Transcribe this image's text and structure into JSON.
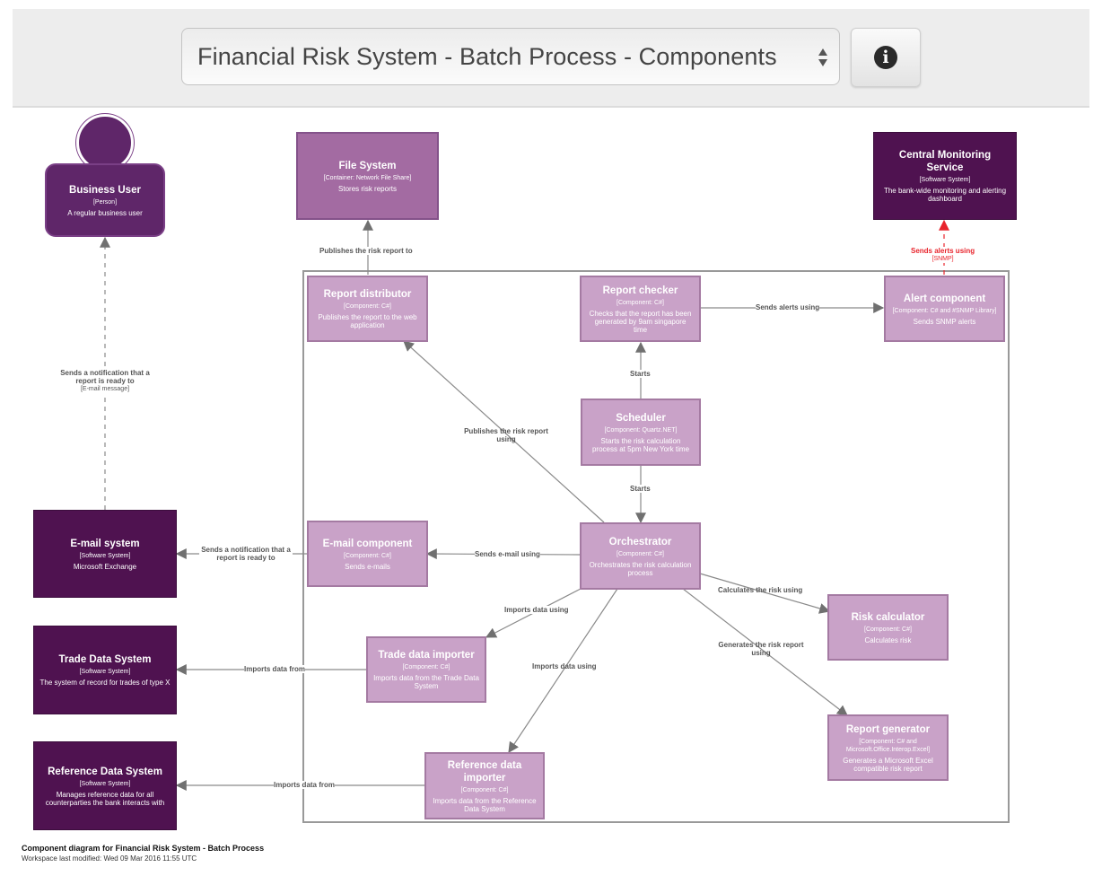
{
  "header": {
    "selected_view": "Financial Risk System - Batch Process - Components",
    "info_button_icon": "info-icon"
  },
  "colors": {
    "component": "#c9a2c8",
    "container": "#a36ba2",
    "software_system": "#4f1250",
    "person": "#5f2669",
    "relationship": "#707070",
    "alert_relationship": "#e8242c",
    "boundary": "#999999"
  },
  "elements": {
    "business_user": {
      "name": "Business User",
      "tech": "[Person]",
      "desc": "A regular business user"
    },
    "file_system": {
      "name": "File System",
      "tech": "[Container: Network File Share]",
      "desc": "Stores risk reports"
    },
    "central_monitoring": {
      "name": "Central Monitoring Service",
      "tech": "[Software System]",
      "desc": "The bank-wide monitoring and alerting dashboard"
    },
    "report_distributor": {
      "name": "Report distributor",
      "tech": "[Component: C#]",
      "desc": "Publishes the report to the web application"
    },
    "report_checker": {
      "name": "Report checker",
      "tech": "[Component: C#]",
      "desc": "Checks that the report has been generated by 9am singapore time"
    },
    "alert_component": {
      "name": "Alert component",
      "tech": "[Component: C# and #SNMP Library]",
      "desc": "Sends SNMP alerts"
    },
    "scheduler": {
      "name": "Scheduler",
      "tech": "[Component: Quartz.NET]",
      "desc": "Starts the risk calculation process at 5pm New York time"
    },
    "orchestrator": {
      "name": "Orchestrator",
      "tech": "[Component: C#]",
      "desc": "Orchestrates the risk calculation process"
    },
    "email_component": {
      "name": "E-mail component",
      "tech": "[Component: C#]",
      "desc": "Sends e-mails"
    },
    "email_system": {
      "name": "E-mail system",
      "tech": "[Software System]",
      "desc": "Microsoft Exchange"
    },
    "trade_data_system": {
      "name": "Trade Data System",
      "tech": "[Software System]",
      "desc": "The system of record for trades of type X"
    },
    "trade_data_importer": {
      "name": "Trade data importer",
      "tech": "[Component: C#]",
      "desc": "Imports data from the Trade Data System"
    },
    "risk_calculator": {
      "name": "Risk calculator",
      "tech": "[Component: C#]",
      "desc": "Calculates risk"
    },
    "report_generator": {
      "name": "Report generator",
      "tech": "[Component: C# and Microsoft.Office.Interop.Excel]",
      "desc": "Generates a Microsoft Excel compatible risk report"
    },
    "reference_data_system": {
      "name": "Reference Data System",
      "tech": "[Software System]",
      "desc": "Manages reference data for all counterparties the bank interacts with"
    },
    "reference_data_importer": {
      "name": "Reference data importer",
      "tech": "[Component: C#]",
      "desc": "Imports data from the Reference Data System"
    }
  },
  "relationships": {
    "email_to_user": {
      "text": "Sends a notification that a report is ready to",
      "tech": "[E-mail message]"
    },
    "distributor_to_fs": {
      "text": "Publishes the risk report to"
    },
    "alert_to_monitoring": {
      "text": "Sends alerts using",
      "tech": "[SNMP]"
    },
    "checker_to_alert": {
      "text": "Sends alerts using"
    },
    "scheduler_to_checker": {
      "text": "Starts"
    },
    "scheduler_to_orchestrator": {
      "text": "Starts"
    },
    "orchestrator_to_distributor": {
      "text": "Publishes the risk report using"
    },
    "orchestrator_to_email": {
      "text": "Sends e-mail using"
    },
    "email_comp_to_email_sys": {
      "text": "Sends a notification that a report is ready to"
    },
    "orchestrator_to_trade_importer": {
      "text": "Imports data using"
    },
    "orchestrator_to_ref_importer": {
      "text": "Imports data using"
    },
    "orchestrator_to_calculator": {
      "text": "Calculates the risk using"
    },
    "orchestrator_to_generator": {
      "text": "Generates the risk report using"
    },
    "trade_importer_to_tds": {
      "text": "Imports data from"
    },
    "ref_importer_to_rds": {
      "text": "Imports data from"
    }
  },
  "footer": {
    "title": "Component diagram for Financial Risk System - Batch Process",
    "modified": "Workspace last modified: Wed 09 Mar 2016 11:55 UTC"
  }
}
